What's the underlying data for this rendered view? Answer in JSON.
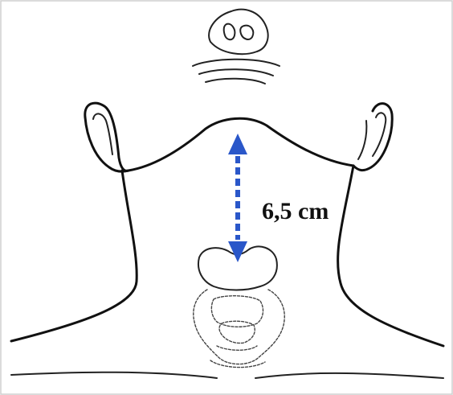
{
  "measurement": {
    "label": "6,5 cm",
    "arrow_color": "#2a57c9"
  },
  "icons": {
    "nose": "nose-outline",
    "chin": "chin-outline",
    "ears": "ear-outline",
    "thyroid_cartilage": "thyroid-cartilage-outline",
    "thyroid_gland": "thyroid-gland-outline"
  }
}
